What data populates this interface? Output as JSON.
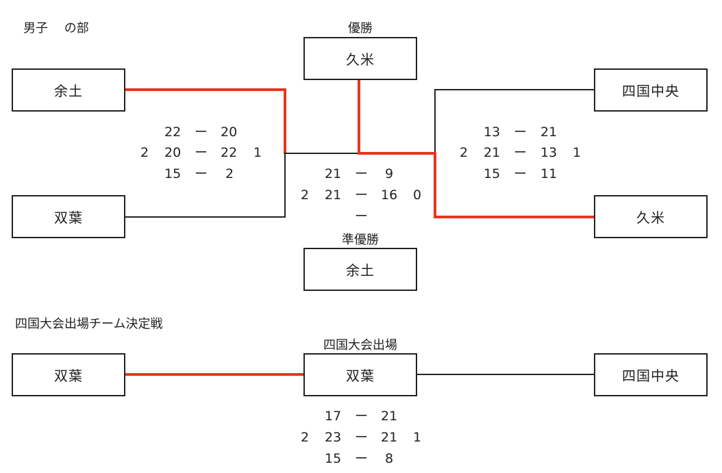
{
  "mens_section": {
    "title": "男子　 の部",
    "champion_caption": "優勝",
    "champion": "久米",
    "runner_up_caption": "準優勝",
    "runner_up": "余土",
    "left_top": "余土",
    "left_bottom": "双葉",
    "right_top": "四国中央",
    "right_bottom": "久米",
    "left_match": {
      "games": [
        [
          "22",
          "20"
        ],
        [
          "20",
          "22"
        ],
        [
          "15",
          "2"
        ]
      ],
      "sets_left": "2",
      "sets_right": "1"
    },
    "right_match": {
      "games": [
        [
          "13",
          "21"
        ],
        [
          "21",
          "13"
        ],
        [
          "15",
          "11"
        ]
      ],
      "sets_left": "2",
      "sets_right": "1"
    },
    "final_match": {
      "games": [
        [
          "21",
          "9"
        ],
        [
          "21",
          "16"
        ],
        [
          "",
          ""
        ]
      ],
      "sets_left": "2",
      "sets_right": "0"
    },
    "dash": "ー"
  },
  "playoff_section": {
    "title": "四国大会出場チーム決定戦",
    "winner_caption": "四国大会出場",
    "winner": "双葉",
    "left_team": "双葉",
    "right_team": "四国中央",
    "match": {
      "games": [
        [
          "17",
          "21"
        ],
        [
          "23",
          "21"
        ],
        [
          "15",
          "8"
        ]
      ],
      "sets_left": "2",
      "sets_right": "1"
    }
  },
  "colors": {
    "winner_line": "#e8351f",
    "line": "#222222"
  }
}
